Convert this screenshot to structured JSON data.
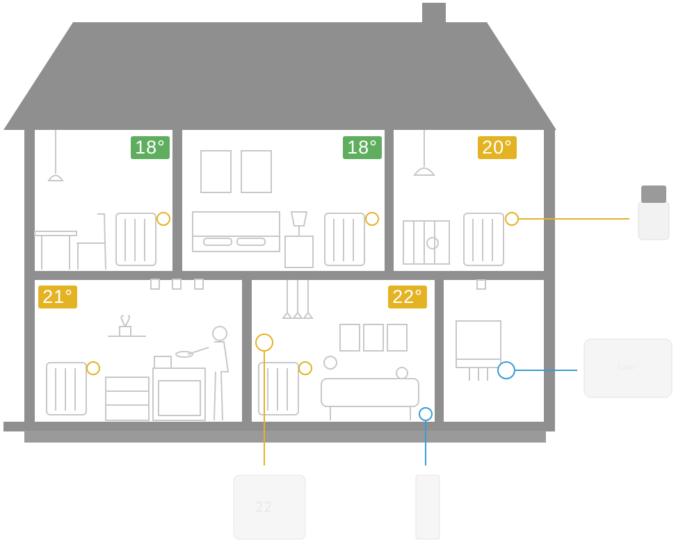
{
  "colors": {
    "house": "#8f8f8f",
    "comfortable": "#5fae5f",
    "warm": "#e3b324",
    "connection_yellow": "#e3b324",
    "connection_blue": "#3a9bd5",
    "line_art": "#c8c8c8"
  },
  "rooms": [
    {
      "name": "dining-room",
      "temperature": "18°",
      "status": "comfortable"
    },
    {
      "name": "bedroom",
      "temperature": "18°",
      "status": "comfortable"
    },
    {
      "name": "nursery",
      "temperature": "20°",
      "status": "warm"
    },
    {
      "name": "kitchen",
      "temperature": "21°",
      "status": "warm"
    },
    {
      "name": "living-room",
      "temperature": "22°",
      "status": "warm"
    },
    {
      "name": "boiler-room",
      "temperature": "",
      "status": ""
    }
  ],
  "devices": {
    "thermostat": {
      "display": "22",
      "icon": "smart-thermostat-icon"
    },
    "radiator_valve": {
      "icon": "smart-radiator-thermostat-icon"
    },
    "bridge": {
      "logo": "tado°",
      "icon": "internet-bridge-icon"
    },
    "sensor": {
      "icon": "temperature-sensor-icon"
    }
  }
}
